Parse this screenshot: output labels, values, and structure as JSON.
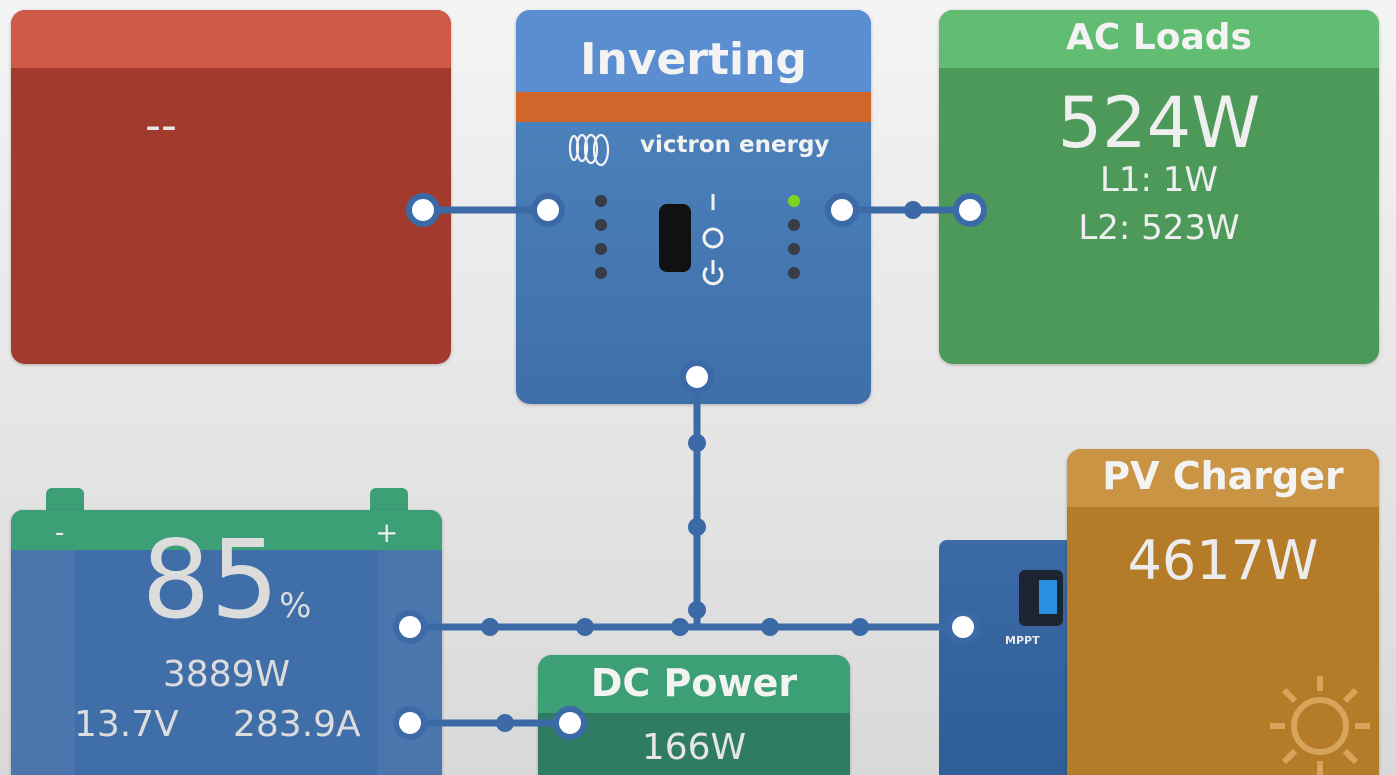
{
  "ac_input": {
    "value": "--"
  },
  "inverter": {
    "title": "Inverting",
    "brand": "victron energy"
  },
  "ac_loads": {
    "title": "AC Loads",
    "power": "524W",
    "l1": "L1: 1W",
    "l2": "L2: 523W"
  },
  "battery": {
    "soc": "85",
    "soc_unit": "%",
    "power": "3889W",
    "voltage": "13.7V",
    "current": "283.9A",
    "minus": "-",
    "plus": "+"
  },
  "dc_power": {
    "title": "DC Power",
    "power": "166W"
  },
  "pv_charger": {
    "title": "PV Charger",
    "power": "4617W"
  },
  "mppt": {
    "label": "MPPT"
  },
  "colors": {
    "ac_input": "#a23b2d",
    "inverter": "#4f87c3",
    "ac_loads": "#4d995a",
    "battery_top": "#3d9f76",
    "dc_power": "#2f7c63",
    "pv_charger": "#b47b28",
    "wire": "#3b6aa7"
  }
}
